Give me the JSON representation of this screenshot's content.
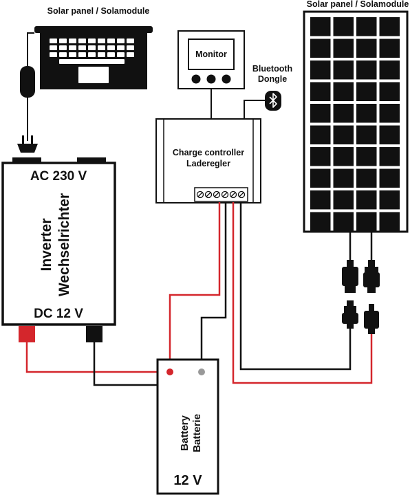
{
  "diagram": {
    "laptop_caption": "Solar panel / Solamodule",
    "panel_caption": "Solar panel / Solamodule",
    "monitor_label": "Monitor",
    "bluetooth_line1": "Bluetooth",
    "bluetooth_line2": "Dongle",
    "controller_line1": "Charge controller",
    "controller_line2": "Laderegler",
    "inverter_ac": "AC 230 V",
    "inverter_line1": "Inverter",
    "inverter_line2": "Wechselrichter",
    "inverter_dc": "DC 12 V",
    "battery_line1": "Battery",
    "battery_line2": "Batterie",
    "battery_voltage": "12 V"
  },
  "colors": {
    "positive_wire": "#d4262c",
    "negative_wire": "#111111",
    "outline": "#1a1a1a",
    "panel_cell": "#111111"
  }
}
